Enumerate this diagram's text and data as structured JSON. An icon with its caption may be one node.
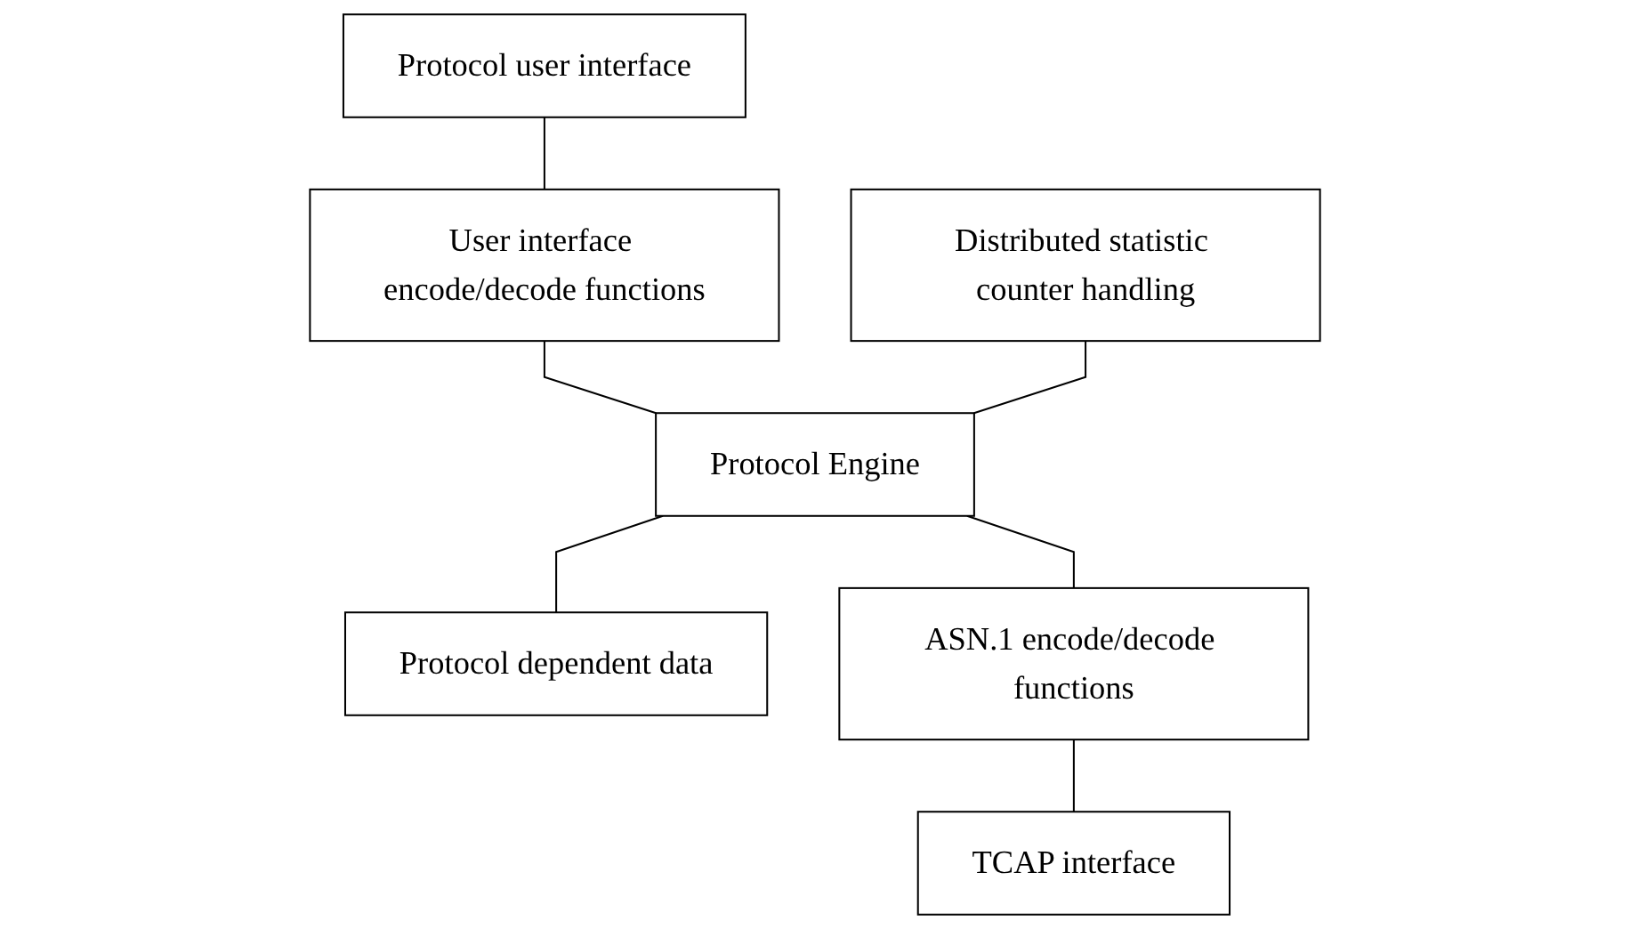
{
  "diagram": {
    "nodes": [
      {
        "text": [
          "Protocol user interface"
        ]
      },
      {
        "text": [
          "User interface encode/decode functions"
        ]
      },
      {
        "text": [
          "Distributed statistic counter handling"
        ]
      },
      {
        "text": [
          "Protocol Engine"
        ]
      },
      {
        "text": [
          "Protocol dependent data"
        ]
      },
      {
        "text": [
          "ASN.1 encode/decode functions"
        ]
      },
      {
        "text": [
          "TCAP interface"
        ]
      }
    ],
    "edges": [
      {
        "from": 0,
        "to": 1,
        "arrow": "none"
      },
      {
        "from": 1,
        "to": 3,
        "arrow": "none"
      },
      {
        "from": 2,
        "to": 3,
        "arrow": "none"
      },
      {
        "from": 3,
        "to": 4,
        "arrow": "none"
      },
      {
        "from": 3,
        "to": 5,
        "arrow": "none"
      },
      {
        "from": 5,
        "to": 6,
        "arrow": "none"
      }
    ]
  }
}
